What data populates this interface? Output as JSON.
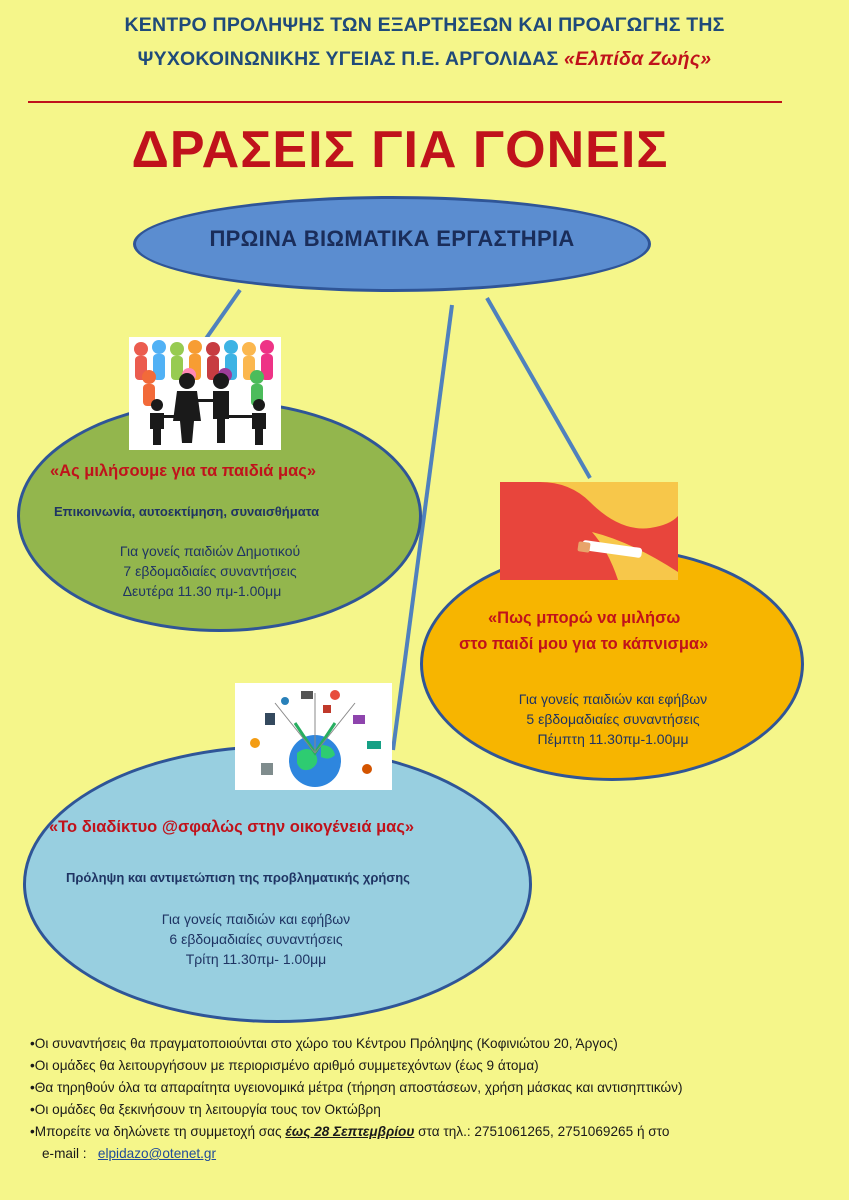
{
  "header": {
    "line1": "ΚΕΝΤΡΟ ΠΡΟΛΗΨΗΣ ΤΩΝ ΕΞΑΡΤΗΣΕΩΝ ΚΑΙ ΠΡΟΑΓΩΓΗΣ ΤΗΣ",
    "line2_main": "ΨΥΧΟΚΟΙΝΩΝΙΚΗΣ ΥΓΕΙΑΣ Π.Ε. ΑΡΓΟΛΙΔΑΣ ",
    "line2_accent": "«Ελπίδα Ζωής»"
  },
  "main_title": "ΔΡΑΣΕΙΣ ΓΙΑ ΓΟΝΕΙΣ",
  "hub": "ΠΡΩΙΝΑ ΒΙΩΜΑΤΙΚΑ ΕΡΓΑΣΤΗΡΙΑ",
  "workshops": [
    {
      "title": "«Ας μιλήσουμε για τα παιδιά μας»",
      "subtitle": "Επικοινωνία, αυτοεκτίμηση, συναισθήματα",
      "audience": "Για γονείς παιδιών Δημοτικού",
      "sessions": "7 εβδομαδιαίες συναντήσεις",
      "schedule": "Δευτέρα 11.30 πμ-1.00μμ"
    },
    {
      "title_line1": "«Πως μπορώ να μιλήσω",
      "title_line2": "στο παιδί μου για το κάπνισμα»",
      "audience": "Για γονείς παιδιών και εφήβων",
      "sessions": "5  εβδομαδιαίες συναντήσεις",
      "schedule": "Πέμπτη 11.30πμ-1.00μμ"
    },
    {
      "title": "«Το διαδίκτυο @σφαλώς στην οικογένειά μας»",
      "subtitle": "Πρόληψη και αντιμετώπιση της προβληματικής χρήσης",
      "audience": "Για γονείς παιδιών και εφήβων",
      "sessions": "6 εβδομαδιαίες  συναντήσεις",
      "schedule": "Τρίτη 11.30πμ- 1.00μμ"
    }
  ],
  "notes": {
    "b1": "•Οι συναντήσεις θα πραγματοποιούνται στο χώρο του Κέντρου Πρόληψης (Κοφινιώτου 20, Άργος)",
    "b2": "•Οι ομάδες θα λειτουργήσουν με περιορισμένο αριθμό συμμετεχόντων (έως 9 άτομα)",
    "b3": "•Θα τηρηθούν όλα τα απαραίτητα υγειονομικά μέτρα (τήρηση αποστάσεων, χρήση μάσκας και αντισηπτικών)",
    "b4": "•Οι ομάδες θα ξεκινήσουν τη λειτουργία τους τον Οκτώβρη",
    "b5_pre": "•Μπορείτε να δηλώνετε τη συμμετοχή σας ",
    "b5_em": "έως 28 Σεπτεμβρίου",
    "b5_post": " στα τηλ.:  2751061265, 2751069265 ή στο",
    "email_label": "e-mail :",
    "email": "elpidazo@otenet.gr"
  },
  "colors": {
    "background": "#f5f68a",
    "accent_red": "#c0121b",
    "hub_blue": "#5b8dd0",
    "green_bubble": "#93b64d",
    "orange_bubble": "#f7b500",
    "blue_bubble": "#98cfe0"
  }
}
